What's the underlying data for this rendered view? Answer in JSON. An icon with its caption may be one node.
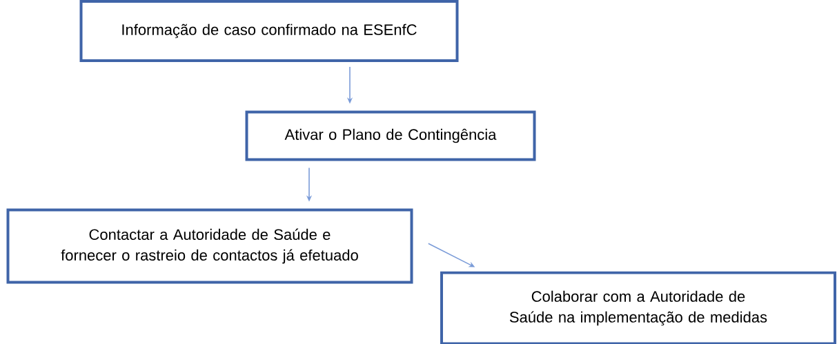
{
  "diagram": {
    "nodes": [
      {
        "text": [
          "Informação de caso confirmado na ESEnfC"
        ]
      },
      {
        "text": [
          "Ativar o Plano de Contingência"
        ]
      },
      {
        "text": [
          "Contactar a Autoridade de Saúde e fornecer o rastreio de contactos já efetuado"
        ]
      },
      {
        "text": [
          "Colaborar com a Autoridade de Saúde na implementação de medidas"
        ]
      }
    ],
    "edges": [
      {
        "from": 0,
        "to": 1,
        "arrow": "to"
      },
      {
        "from": 1,
        "to": 2,
        "arrow": "to"
      },
      {
        "from": 2,
        "to": 3,
        "arrow": "to"
      }
    ]
  }
}
